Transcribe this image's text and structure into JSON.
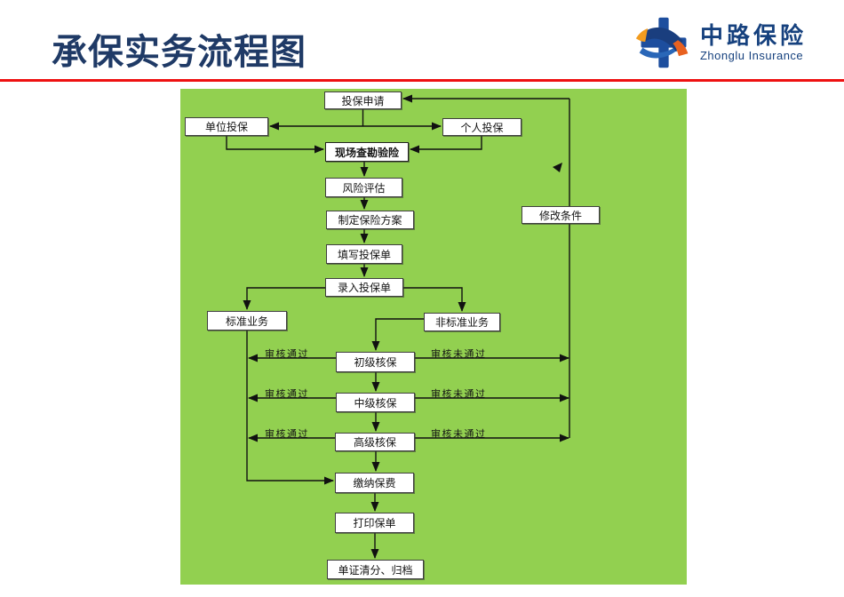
{
  "header": {
    "title": "承保实务流程图"
  },
  "logo": {
    "name_cn": "中路保险",
    "name_en": "Zhonglu Insurance"
  },
  "colors": {
    "panel_green": "#92d050",
    "divider_red": "#ee1111",
    "title_navy": "#1f3a66",
    "logo_blue": "#16417e",
    "logo_orange": "#f29c1f",
    "logo_red_orange": "#e8611f",
    "connector_black": "#111111",
    "node_fill": "#ffffff"
  },
  "flowchart": {
    "nodes": [
      {
        "id": "apply",
        "label": "投保申请"
      },
      {
        "id": "unit",
        "label": "单位投保"
      },
      {
        "id": "personal",
        "label": "个人投保"
      },
      {
        "id": "survey",
        "label": "现场查勘验险"
      },
      {
        "id": "risk",
        "label": "风险评估"
      },
      {
        "id": "plan",
        "label": "制定保险方案"
      },
      {
        "id": "fill",
        "label": "填写投保单"
      },
      {
        "id": "entry",
        "label": "录入投保单"
      },
      {
        "id": "standard",
        "label": "标准业务"
      },
      {
        "id": "nonstandard",
        "label": "非标准业务"
      },
      {
        "id": "junior",
        "label": "初级核保"
      },
      {
        "id": "mid",
        "label": "中级核保"
      },
      {
        "id": "senior",
        "label": "高级核保"
      },
      {
        "id": "pay",
        "label": "缴纳保费"
      },
      {
        "id": "print",
        "label": "打印保单"
      },
      {
        "id": "archive",
        "label": "单证清分、归档"
      },
      {
        "id": "modify",
        "label": "修改条件"
      }
    ],
    "edge_labels": {
      "pass": "审核通过",
      "fail": "审核未通过"
    }
  }
}
